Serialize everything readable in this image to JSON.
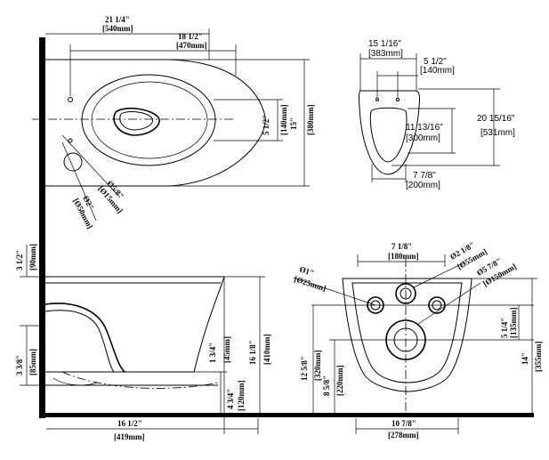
{
  "top_view": {
    "width_in": "21 1/4\"",
    "width_mm": "[540mm]",
    "hole_in": "18 1/2\"",
    "hole_mm": "[470mm]",
    "depth_in": "15\"",
    "depth_mm": "[380mm]",
    "half_in": "5 1/2\"",
    "half_mm": "[140mm]",
    "pipe_in": "Ø2\"",
    "pipe_mm": "[Ø50mm]",
    "bolt_in": "Ø5/8\"",
    "bolt_mm": "[Ø15mm]"
  },
  "seat_view": {
    "width_text": "15 1/16\"",
    "width_mm_text": "[383mm]",
    "holes_text": "5 1/2\"",
    "holes_mm_text": "[140mm]",
    "length_text": "20 15/16\"",
    "length_mm_text": "[531mm]",
    "opening_text": "11 13/16\"",
    "opening_mm_text": "[300mm]",
    "inner_text": "7 7/8\"",
    "inner_mm_text": "[200mm]"
  },
  "side_view": {
    "top_in": "3 1/2\"",
    "top_mm": "[90mm]",
    "rim_in": "16 1/8\"",
    "rim_mm": "[410mm]",
    "low_in": "3 3/8\"",
    "low_mm": "[85mm]",
    "mid_in": "1 3/4\"",
    "mid_mm": "[45mm]",
    "floor_in": "4 3/4\"",
    "floor_mm": "[120mm]",
    "proj_in": "16 1/2\"",
    "proj_mm": "[419mm]"
  },
  "rear_view": {
    "bolt_sp_in": "7 1/8\"",
    "bolt_sp_mm": "[180mm]",
    "d1_in": "Ø2 1/8\"",
    "d1_mm": "[Ø55mm]",
    "d2_in": "Ø5 7/8\"",
    "d2_mm": "[Ø150mm]",
    "d3_in": "Ø1\"",
    "d3_mm": "[Ø25mm]",
    "v1_in": "5 1/4\"",
    "v1_mm": "[135mm]",
    "v2_in": "12 5/8\"",
    "v2_mm": "[320mm]",
    "v3_in": "8 5/8\"",
    "v3_mm": "[220mm]",
    "v4_in": "14\"",
    "v4_mm": "[355mm]",
    "w_in": "10 7/8\"",
    "w_mm": "[278mm]"
  }
}
